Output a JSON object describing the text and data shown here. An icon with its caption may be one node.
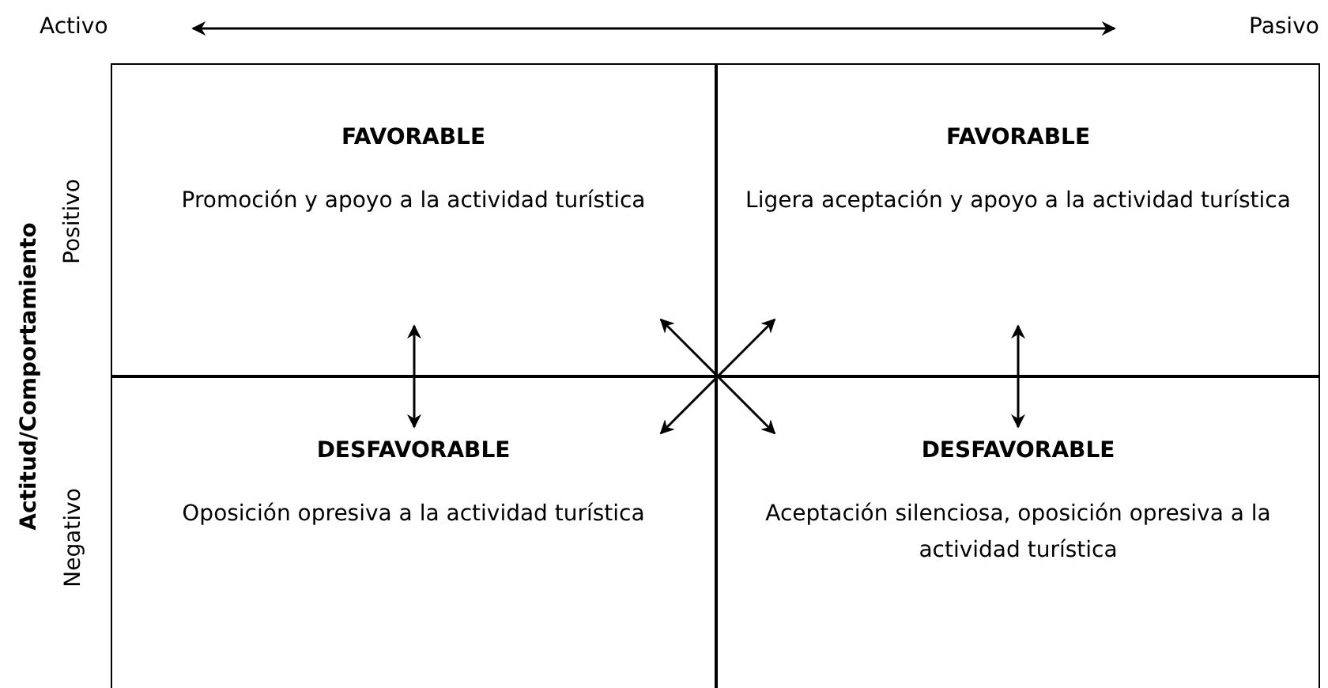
{
  "diagram": {
    "nodes": [
      {
        "text": [
          "FAVORABLE",
          "Promoción y apoyo a la actividad turística"
        ]
      },
      {
        "text": [
          "FAVORABLE",
          "Ligera aceptación y apoyo a la actividad turística"
        ]
      },
      {
        "text": [
          "DESFAVORABLE",
          "Oposición opresiva a la actividad turística"
        ]
      },
      {
        "text": [
          "DESFAVORABLE",
          "Aceptación silenciosa, oposición opresiva a la actividad turística"
        ]
      }
    ],
    "edges": [
      {
        "from": 0,
        "to": 2,
        "arrow": "both"
      },
      {
        "from": 1,
        "to": 3,
        "arrow": "both"
      },
      {
        "from": 0,
        "to": 3,
        "arrow": "both"
      },
      {
        "from": 1,
        "to": 2,
        "arrow": "both"
      }
    ],
    "labels": [
      "Activo",
      "Pasivo",
      "Actitud/Comportamiento",
      "Positivo",
      "Negativo"
    ]
  }
}
